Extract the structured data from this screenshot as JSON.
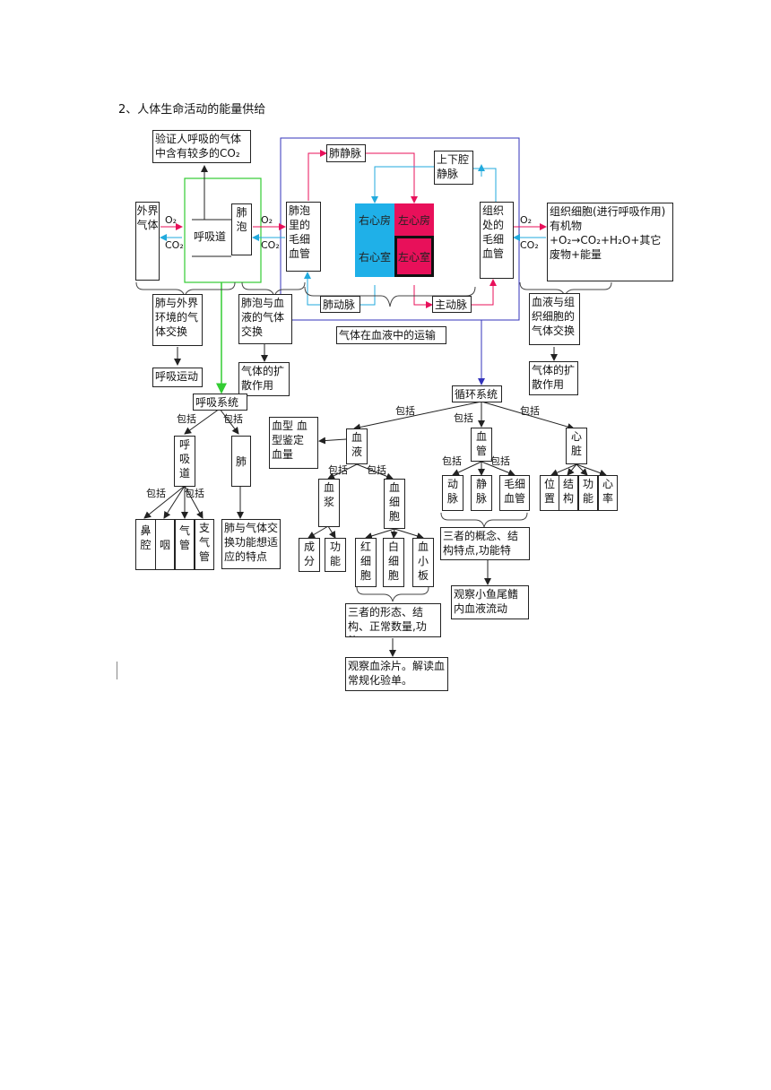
{
  "title": "2、人体生命活动的能量供给",
  "top": {
    "verify": "验证人呼吸的气体中含有较多的CO₂",
    "outside_air": "外界气体",
    "airway": "呼吸道",
    "alveoli": "肺泡",
    "o2": "O₂",
    "co2": "CO₂",
    "lung_capillary": "肺泡里的毛细血管",
    "pulmonary_vein": "肺静脉",
    "vena_cava": "上下腔静脉",
    "right_atrium": "右心房",
    "left_atrium": "左心房",
    "right_ventricle": "右心室",
    "left_ventricle": "左心室",
    "pulmonary_artery": "肺动脉",
    "aorta": "主动脉",
    "tissue_capillary": "组织处的毛细血管",
    "tissue_cell": "组织细胞(进行呼吸作用)有机物+O₂→CO₂+H₂O+其它废物+能量",
    "lung_env_exchange": "肺与外界环境的气体交换",
    "breathing_movement": "呼吸运动",
    "alveoli_blood_exchange": "肺泡与血液的气体交换",
    "diffusion1": "气体的扩散作用",
    "blood_transport": "气体在血液中的运输",
    "blood_tissue_exchange": "血液与组织细胞的气体交换",
    "diffusion2": "气体的扩散作用"
  },
  "respiratory": {
    "system": "呼吸系统",
    "include": "包括",
    "airway": "呼吸道",
    "lung": "肺",
    "nose": "鼻腔",
    "pharynx": "咽",
    "trachea": "气管",
    "bronchi": "支气管",
    "lung_feature": "肺与气体交换功能想适应的特点"
  },
  "circulatory": {
    "system": "循环系统",
    "include": "包括",
    "blood_type": "血型 血型鉴定 血量",
    "blood": "血液",
    "plasma": "血浆",
    "composition": "成分",
    "function": "功能",
    "blood_cells": "血细胞",
    "rbc": "红细胞",
    "wbc": "白细胞",
    "platelet": "血小板",
    "cells_note": "三者的形态、结构、正常数量,功能。",
    "smear_note": "观察血涂片。解读血常规化验单。",
    "vessels": "血管",
    "artery": "动脉",
    "vein": "静脉",
    "capillary": "毛细血管",
    "vessels_note": "三者的概念、结构特点,功能特点。",
    "fish_note": "观察小鱼尾鳍内血液流动",
    "heart": "心脏",
    "position": "位置",
    "structure": "结构",
    "heart_function": "功能",
    "heart_rate": "心率"
  },
  "colors": {
    "green": "#33cc33",
    "blue_frame": "#3333bb",
    "cyan": "#22aadd",
    "pink": "#e8105a",
    "heart_red": "#e8105a",
    "heart_blue": "#1fb0e8"
  }
}
